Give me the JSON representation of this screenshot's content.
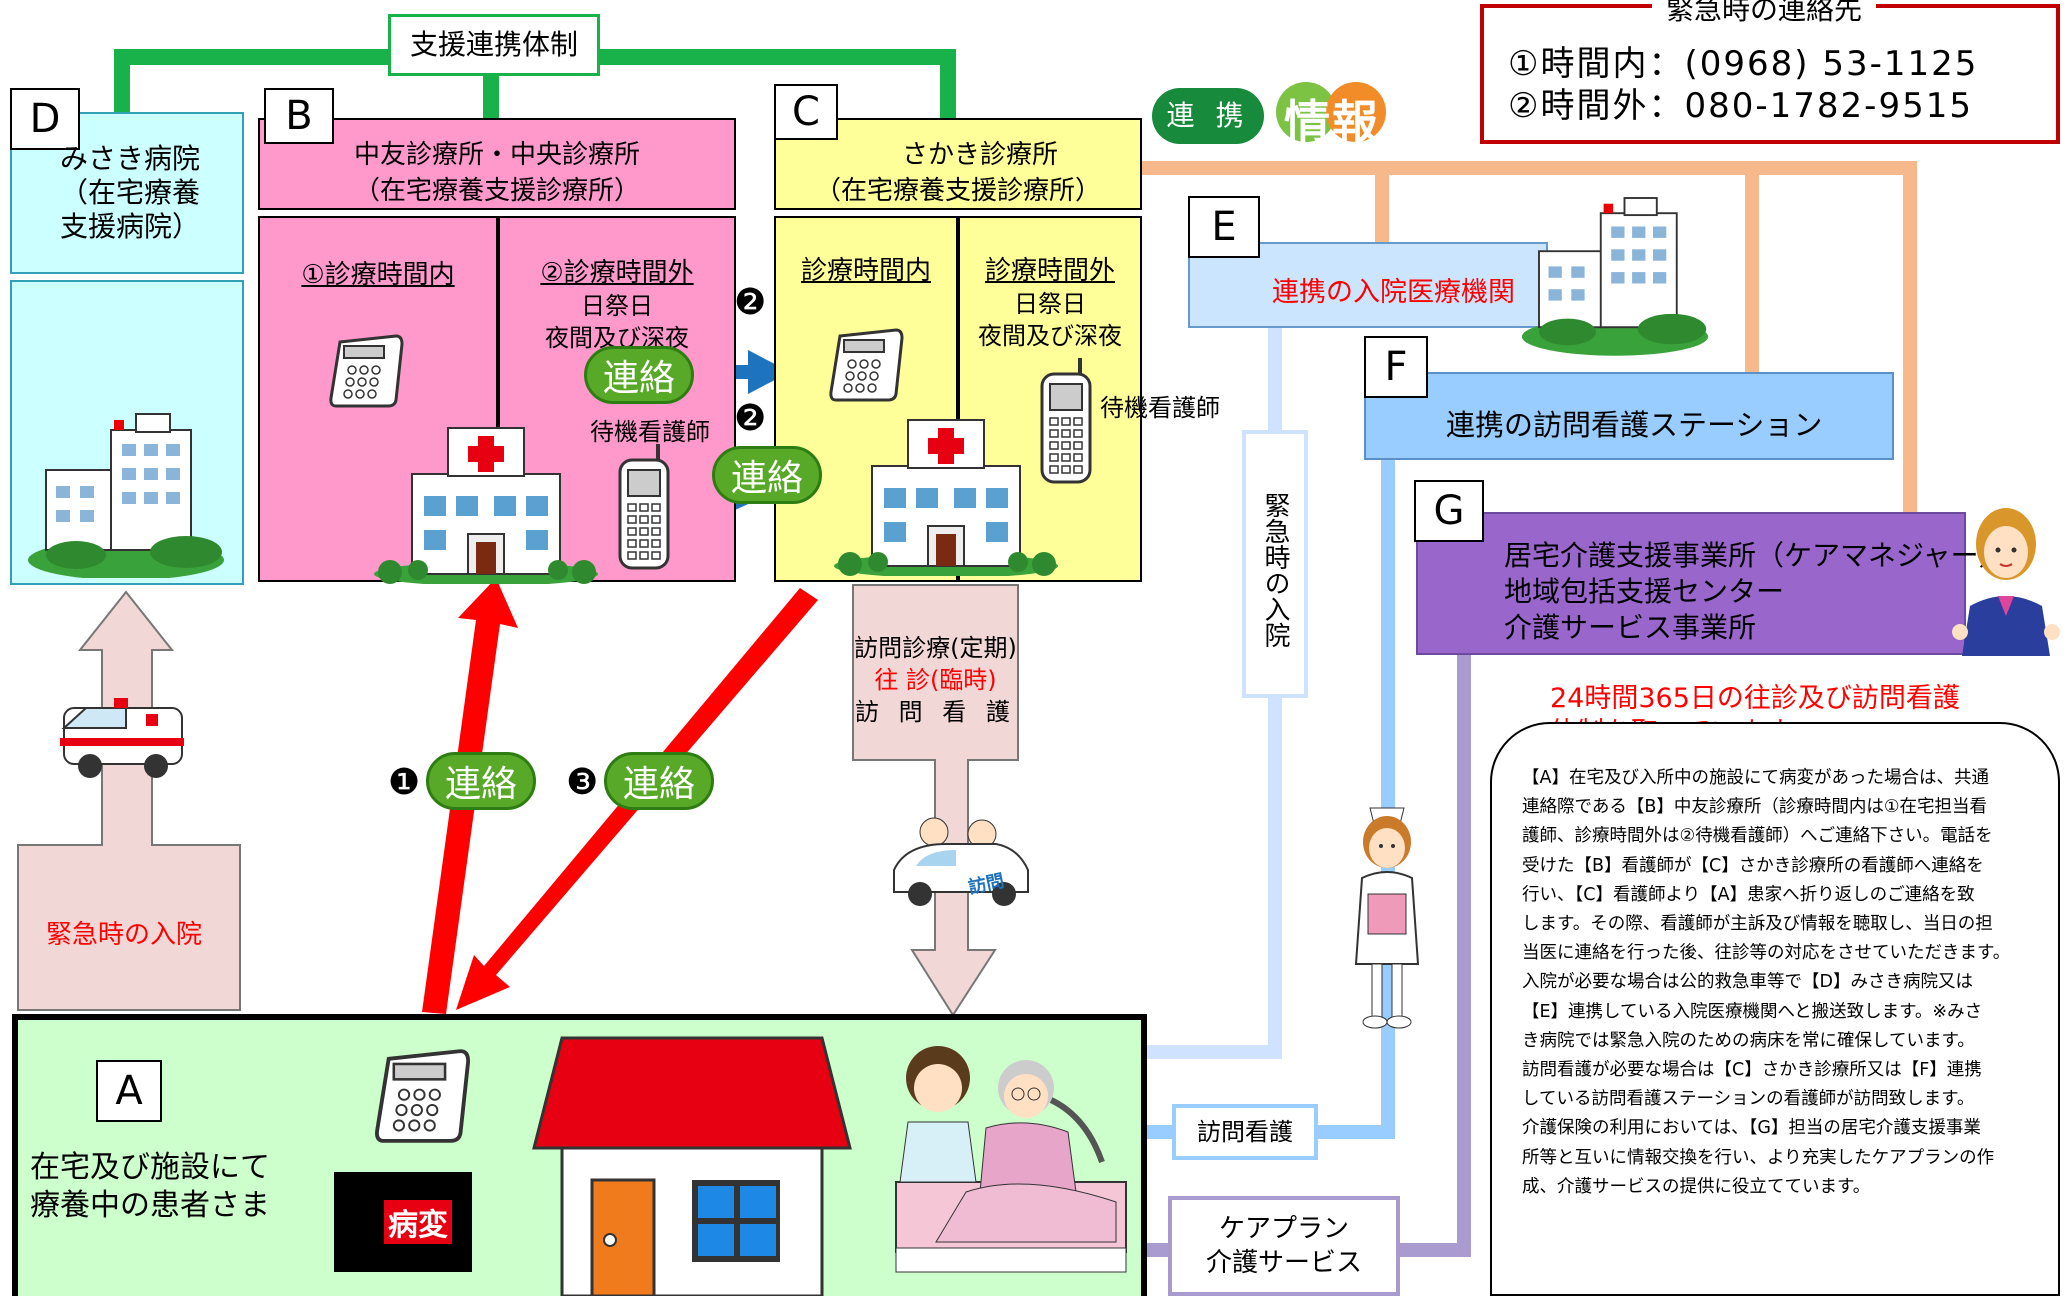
{
  "support_label": "支援連携体制",
  "emergency_contact": {
    "title": "緊急時の連絡先",
    "line1": "①時間内：(0968) 53-1125",
    "line2": "②時間外：080-1782-9515"
  },
  "badges": {
    "renkei": "連 携",
    "joho": "情報"
  },
  "boxes": {
    "D": {
      "letter": "D",
      "name_lines": [
        "みさき病院",
        "（在宅療養",
        "支援病院）"
      ]
    },
    "B": {
      "letter": "B",
      "name1": "中友診療所・中央診療所",
      "name2": "（在宅療養支援診療所）",
      "left_title": "①診療時間内",
      "right_title": "②診療時間外",
      "right_line2": "日祭日",
      "right_line3": "夜間及び深夜",
      "standby_nurse": "待機看護師"
    },
    "C": {
      "letter": "C",
      "name1": "さかき診療所",
      "name2": "（在宅療養支援診療所）",
      "left_title": "診療時間内",
      "right_title": "診療時間外",
      "right_line2": "日祭日",
      "right_line3": "夜間及び深夜",
      "standby_nurse": "待機看護師"
    },
    "E": {
      "letter": "E",
      "name": "連携の入院医療機関"
    },
    "F": {
      "letter": "F",
      "name": "連携の訪問看護ステーション"
    },
    "G": {
      "letter": "G",
      "line1": "居宅介護支援事業所（ケアマネジャー）",
      "line2": "地域包括支援センター",
      "line3": "介護サービス事業所"
    },
    "A": {
      "letter": "A",
      "line1": "在宅及び施設にて",
      "line2": "療養中の患者さま",
      "sudden_illness": "病変"
    }
  },
  "renraku": "連絡",
  "numbers": {
    "n1": "❶",
    "n2": "❷",
    "n3": "❸"
  },
  "emergency_admission": "緊急時の入院",
  "emergency_admission_vertical": "緊急時の入院",
  "home_visit": {
    "line1": "訪問診療(定期)",
    "line2": "往 診(臨時)",
    "line3": "訪 問 看 護"
  },
  "visit_car_label": "訪問",
  "visiting_nursing": "訪問看護",
  "care_plan": {
    "line1": "ケアプラン",
    "line2": "介護サービス"
  },
  "headline": {
    "line1": "24時間365日の往診及び訪問看護",
    "line2": "体制を取っています。"
  },
  "description": [
    "【A】在宅及び入所中の施設にて病変があった場合は、共通",
    "連絡際である【B】中友診療所（診療時間内は①在宅担当看",
    "護師、診療時間外は②待機看護師）へご連絡下さい。電話を",
    "受けた【B】看護師が【C】さかき診療所の看護師へ連絡を",
    "行い、【C】看護師より【A】患家へ折り返しのご連絡を致",
    "します。その際、看護師が主訴及び情報を聴取し、当日の担",
    "当医に連絡を行った後、往診等の対応をさせていただきます。",
    "入院が必要な場合は公的救急車等で【D】みさき病院又は",
    "【E】連携している入院医療機関へと搬送致します。※みさ",
    "き病院では緊急入院のための病床を常に確保しています。",
    "訪問看護が必要な場合は【C】さかき診療所又は【F】連携",
    "している訪問看護ステーションの看護師が訪問致します。",
    "介護保険の利用においては、【G】担当の居宅介護支援事業",
    "所等と互いに情報交換を行い、より充実したケアプランの作",
    "成、介護サービスの提供に役立てています。"
  ],
  "colors": {
    "green_line": "#19b24a",
    "pink": "#ff99cc",
    "yellow": "#ffff99",
    "light_cyan": "#ccffff",
    "light_blue": "#cce5ff",
    "sky_blue": "#99ccff",
    "purple": "#9966cc",
    "orange_line": "#f5b98b",
    "red": "#ff0000",
    "blue_arrow": "#1e73be",
    "mint": "#ccffcc"
  }
}
